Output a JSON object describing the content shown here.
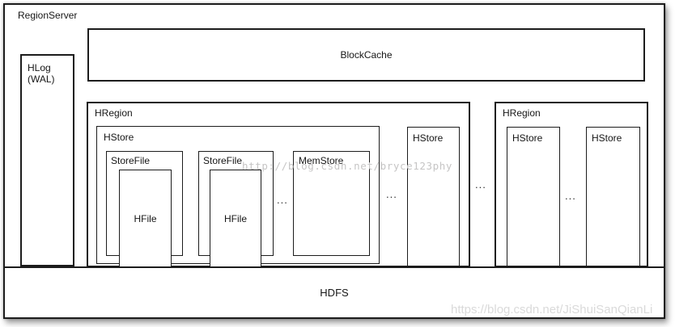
{
  "palette": {
    "line": "#1c1c1c",
    "background": "#ffffff",
    "watermark_center_color": "#c6c5c5",
    "watermark_bottom_color": "#dadada"
  },
  "diagram": {
    "regionserver": "RegionServer",
    "hlog_line1": "HLog",
    "hlog_line2": "(WAL)",
    "blockcache": "BlockCache",
    "hregion_left": "HRegion",
    "hregion_right": "HRegion",
    "hstore_main": "HStore",
    "storefile_1": "StoreFile",
    "storefile_2": "StoreFile",
    "hfile_1": "HFile",
    "hfile_2": "HFile",
    "memstore": "MemStore",
    "hstore_tall_1": "HStore",
    "hstore_tall_2": "HStore",
    "hstore_tall_3": "HStore",
    "hdfs": "HDFS",
    "ellipsis_storefiles": "...",
    "ellipsis_hstores": "...",
    "ellipsis_hregions": "...",
    "ellipsis_region2": "..."
  },
  "watermarks": {
    "center": "http://blog.csdn.net/bryce123phy",
    "bottom_right": "https://blog.csdn.net/JiShuiSanQianLi"
  }
}
